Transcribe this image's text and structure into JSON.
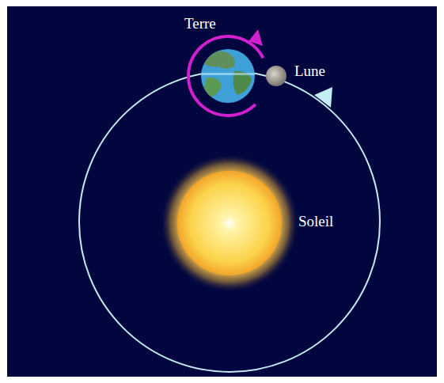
{
  "diagram": {
    "labels": [
      "Terre",
      "Lune",
      "Soleil"
    ]
  }
}
